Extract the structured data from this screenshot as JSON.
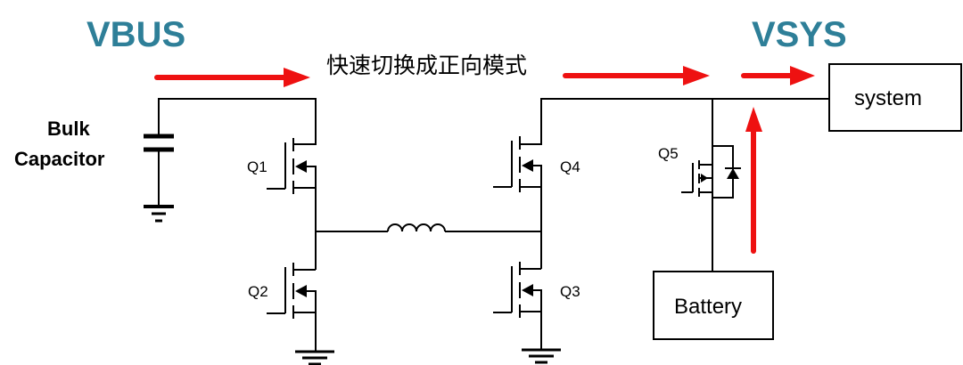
{
  "title_labels": {
    "vbus": "VBUS",
    "vsys": "VSYS"
  },
  "mode_caption": "快速切换成正向模式",
  "components": {
    "bulk_capacitor": {
      "line1": "Bulk",
      "line2": "Capacitor"
    },
    "transistors": [
      {
        "id": "Q1",
        "label": "Q1"
      },
      {
        "id": "Q2",
        "label": "Q2"
      },
      {
        "id": "Q3",
        "label": "Q3"
      },
      {
        "id": "Q4",
        "label": "Q4"
      },
      {
        "id": "Q5",
        "label": "Q5"
      }
    ],
    "system_box": "system",
    "battery_box": "Battery"
  },
  "colors": {
    "rail_label": "#2e7f98",
    "arrow": "#ee1111",
    "wire": "#000000"
  }
}
